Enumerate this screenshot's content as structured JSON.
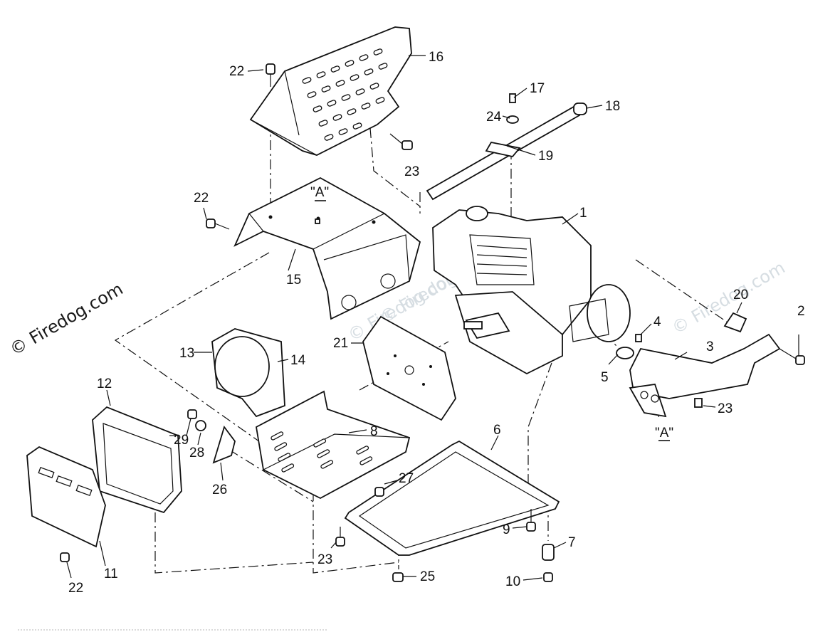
{
  "watermark": {
    "main": "© Firedog.com",
    "faint_1": "© Firedog.com",
    "faint_2": "© Firedog.com",
    "faint_3": "© Firedog.com"
  },
  "callouts": {
    "c1": "1",
    "c2": "2",
    "c3": "3",
    "c4": "4",
    "c5": "5",
    "c6": "6",
    "c7": "7",
    "c8": "8",
    "c9": "9",
    "c10": "10",
    "c11": "11",
    "c12": "12",
    "c13": "13",
    "c14": "14",
    "c15": "15",
    "c16": "16",
    "c17": "17",
    "c18": "18",
    "c19": "19",
    "c20": "20",
    "c21": "21",
    "c22a": "22",
    "c22b": "22",
    "c22c": "22",
    "c23a": "23",
    "c23b": "23",
    "c23c": "23",
    "c24": "24",
    "c25": "25",
    "c26": "26",
    "c27": "27",
    "c28": "28",
    "c29": "29",
    "refA_top": "\"A\"",
    "refA_bottom": "\"A\""
  }
}
